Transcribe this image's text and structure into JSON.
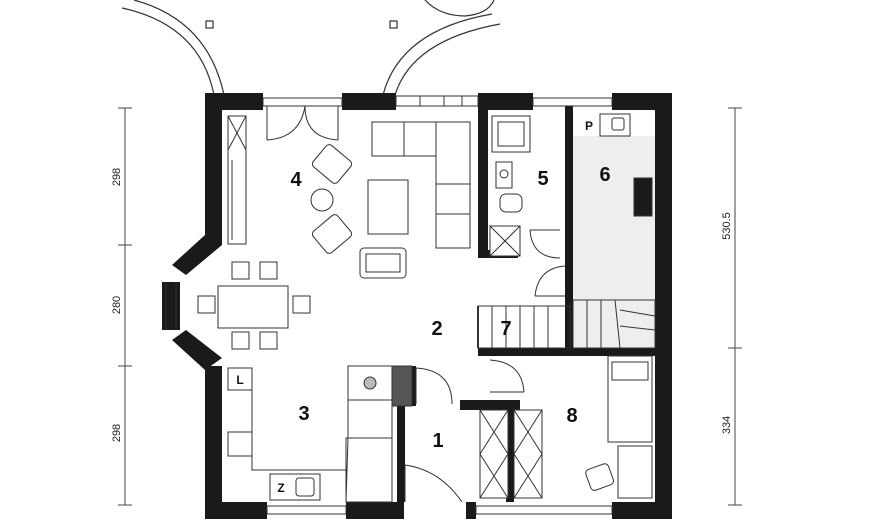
{
  "rooms": [
    {
      "number": "1"
    },
    {
      "number": "2"
    },
    {
      "number": "3"
    },
    {
      "number": "4"
    },
    {
      "number": "5"
    },
    {
      "number": "6"
    },
    {
      "number": "7"
    },
    {
      "number": "8"
    }
  ],
  "dimensions": {
    "left_top": "298",
    "left_middle": "280",
    "left_bottom": "298",
    "right_top": "530.5",
    "right_bottom": "334"
  },
  "markers": {
    "laundry": "L",
    "refrigerator": "Z",
    "boiler": "P"
  },
  "colors": {
    "wall": "#1a1a1a",
    "room6_fill": "#eeeeee",
    "line": "#333333"
  }
}
